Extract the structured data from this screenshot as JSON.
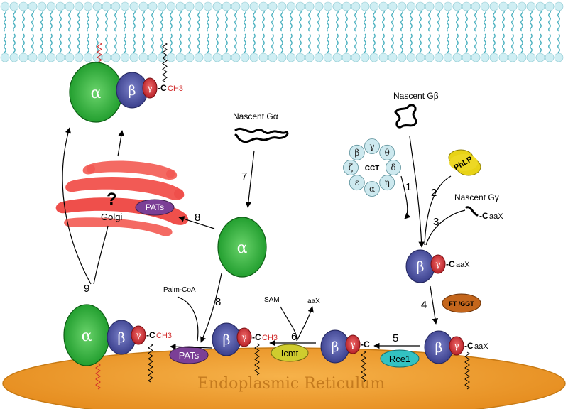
{
  "colors": {
    "membrane_head": "#cfeef3",
    "membrane_tail": "#45aebd",
    "alpha": "#1fae2e",
    "beta": "#4b4f9c",
    "gamma": "#d0343a",
    "er": "#f0a030",
    "golgi": "#f25a55",
    "pats": "#7b3f96",
    "phlp": "#e8d317",
    "ft_ggt": "#c4661c",
    "icmt": "#cfcc2e",
    "rce1": "#33c2c2",
    "cct": "#cde9ef"
  },
  "subunits": {
    "alpha": "α",
    "beta": "β",
    "gamma": "γ"
  },
  "modifications": {
    "c_ch3_c": "-C",
    "c_ch3_ch3": "CH3",
    "caax_c": "-C",
    "caax_aax": "aaX",
    "c_only": "-C"
  },
  "labels": {
    "nascent_galpha": "Nascent Gα",
    "nascent_gbeta": "Nascent Gβ",
    "nascent_ggamma": "Nascent Gγ",
    "golgi": "Golgi",
    "golgi_question": "?",
    "pats": "PATs",
    "palm_coa": "Palm-CoA",
    "sam": "SAM",
    "aax": "aaX",
    "icmt": "Icmt",
    "rce1": "Rce1",
    "ft_ggt": "FT /GGT",
    "phlp": "PhLP",
    "cct": "CCT",
    "er": "Endoplasmic Reticulum"
  },
  "cct_subunits": [
    "β",
    "γ",
    "θ",
    "δ",
    "η",
    "α",
    "ε",
    "ζ"
  ],
  "steps": [
    "1",
    "2",
    "3",
    "4",
    "5",
    "6",
    "7",
    "8",
    "8",
    "9"
  ]
}
